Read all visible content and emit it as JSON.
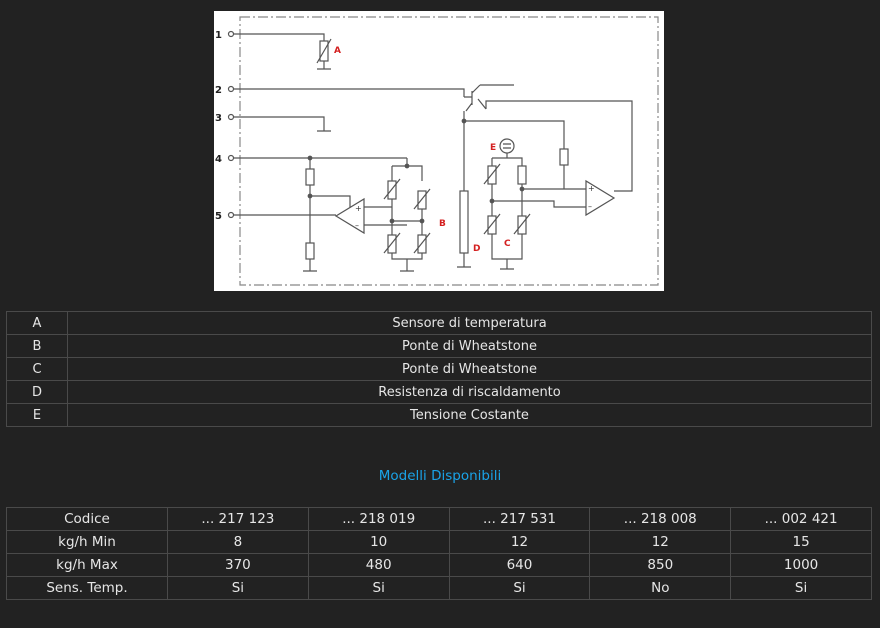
{
  "diagram": {
    "terminals": [
      "1",
      "2",
      "3",
      "4",
      "5"
    ],
    "component_letters": [
      "A",
      "B",
      "C",
      "D",
      "E"
    ],
    "label_color": "#d42020"
  },
  "legend": [
    {
      "key": "A",
      "value": "Sensore di temperatura"
    },
    {
      "key": "B",
      "value": "Ponte di Wheatstone"
    },
    {
      "key": "C",
      "value": "Ponte di Wheatstone"
    },
    {
      "key": "D",
      "value": "Resistenza di riscaldamento"
    },
    {
      "key": "E",
      "value": "Tensione Costante"
    }
  ],
  "models": {
    "title": "Modelli Disponibili",
    "title_color": "#1aa3e8",
    "header": [
      "Codice",
      "... 217 123",
      "... 218 019",
      "... 217 531",
      "... 218 008",
      "... 002 421"
    ],
    "rows": [
      [
        "kg/h Min",
        "8",
        "10",
        "12",
        "12",
        "15"
      ],
      [
        "kg/h Max",
        "370",
        "480",
        "640",
        "850",
        "1000"
      ],
      [
        "Sens. Temp.",
        "Si",
        "Si",
        "Si",
        "No",
        "Si"
      ]
    ]
  }
}
